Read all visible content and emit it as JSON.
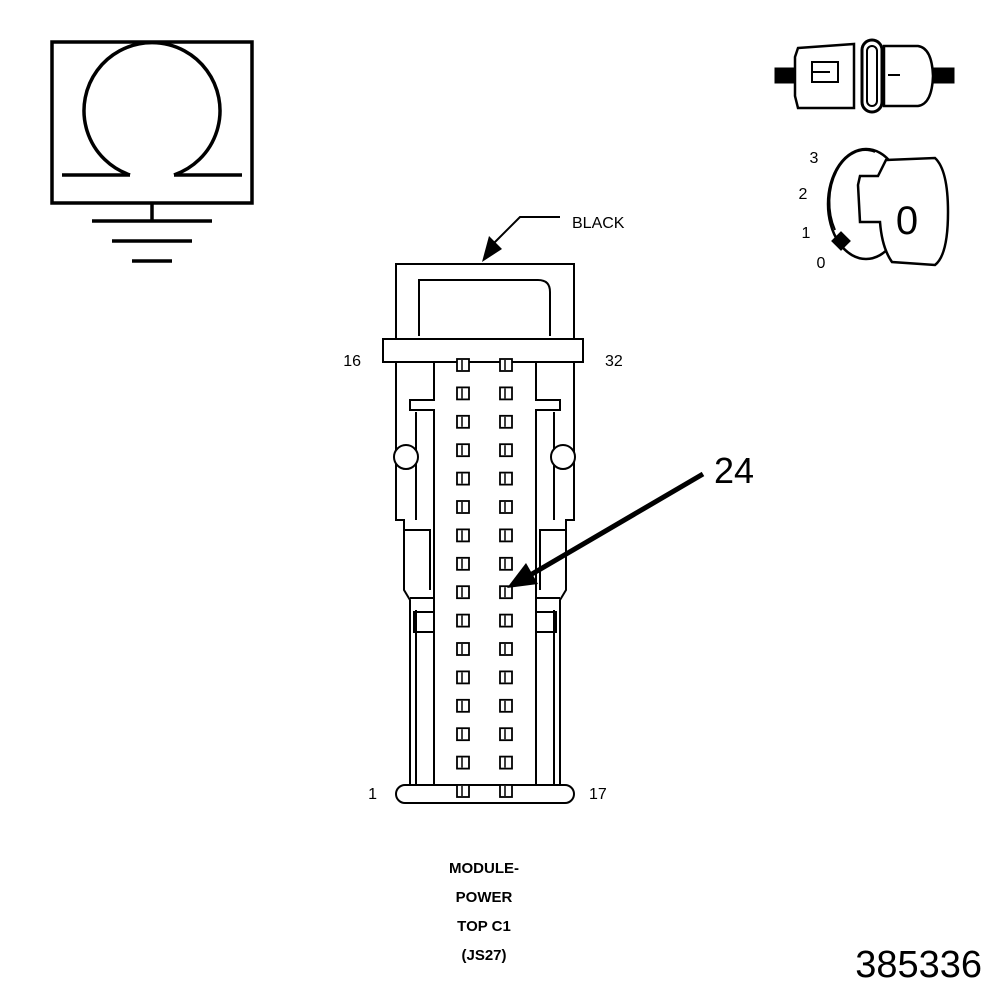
{
  "color_label": "BLACK",
  "pin_labels": {
    "top_left": "16",
    "top_right": "32",
    "bottom_left": "1",
    "bottom_right": "17"
  },
  "callout_pin": "24",
  "key_positions": [
    "3",
    "2",
    "1",
    "0"
  ],
  "key_symbol": "0",
  "caption": {
    "line1": "MODULE-",
    "line2": "POWER",
    "line3": "TOP C1",
    "line4": "(JS27)"
  },
  "document_number": "385336",
  "icons": [
    "ohmmeter-ground-icon",
    "connector-icon",
    "ignition-key-icon"
  ]
}
